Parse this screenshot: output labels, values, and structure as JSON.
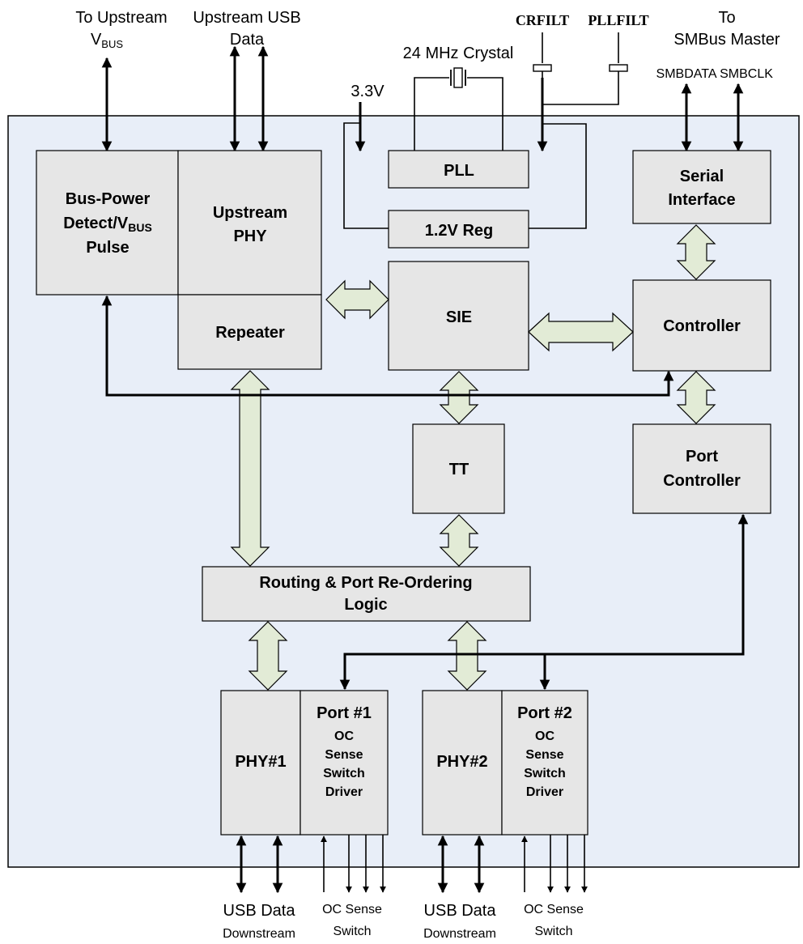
{
  "external": {
    "to_upstream": "To Upstream",
    "vbus_v": "V",
    "vbus_sub": "BUS",
    "upstream_usb": "Upstream USB",
    "data": "Data",
    "crystal": "24 MHz Crystal",
    "crfilt": "CRFILT",
    "pllfilt": "PLLFILT",
    "to": "To",
    "smbus_master": "SMBus Master",
    "smbdata": "SMBDATA",
    "smbclk": "SMBCLK",
    "v33": "3.3V",
    "usb_data_1": "USB Data",
    "downstream_1": "Downstream",
    "oc_sense_1": "OC Sense",
    "switch_1": "Switch",
    "usb_data_2": "USB Data",
    "downstream_2": "Downstream",
    "oc_sense_2": "OC Sense",
    "switch_2": "Switch"
  },
  "blocks": {
    "buspower_l1": "Bus-Power",
    "buspower_l2a": "Detect/V",
    "buspower_l2sub": "BUS",
    "buspower_l3": "Pulse",
    "upphy_l1": "Upstream",
    "upphy_l2": "PHY",
    "repeater": "Repeater",
    "pll": "PLL",
    "reg": "1.2V Reg",
    "sie": "SIE",
    "tt": "TT",
    "serial_l1": "Serial",
    "serial_l2": "Interface",
    "controller": "Controller",
    "portctrl_l1": "Port",
    "portctrl_l2": "Controller",
    "routing_l1": "Routing & Port Re-Ordering",
    "routing_l2": "Logic",
    "phy1": "PHY#1",
    "port1_l1": "Port #1",
    "port1_l2": "OC",
    "port1_l3": "Sense",
    "port1_l4": "Switch",
    "port1_l5": "Driver",
    "phy2": "PHY#2",
    "port2_l1": "Port #2",
    "port2_l2": "OC",
    "port2_l3": "Sense",
    "port2_l4": "Switch",
    "port2_l5": "Driver"
  },
  "colors": {
    "chip_background": "#e8eef8",
    "block_fill": "#e6e6e6",
    "bus_arrow_fill": "#e2ebd6"
  }
}
